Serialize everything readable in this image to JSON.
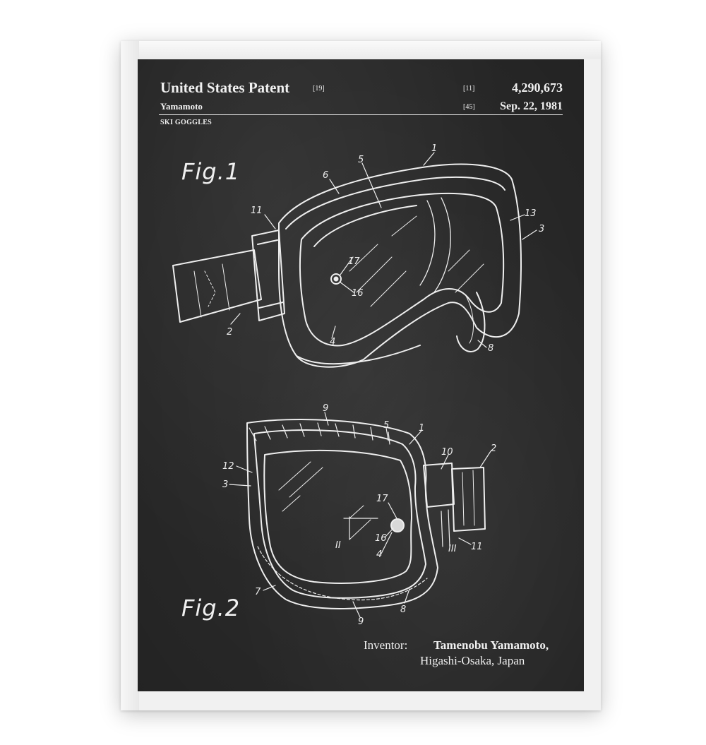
{
  "patent": {
    "header": "United States Patent",
    "header_code": "[19]",
    "number_code": "[11]",
    "number": "4,290,673",
    "inventor_short": "Yamamoto",
    "date_code": "[45]",
    "date": "Sep. 22, 1981",
    "subject": "SKI GOGGLES"
  },
  "figures": {
    "fig1_label": "Fig.1",
    "fig2_label": "Fig.2"
  },
  "fig1_refs": [
    "1",
    "5",
    "6",
    "11",
    "13",
    "3",
    "17",
    "16",
    "2",
    "4",
    "8"
  ],
  "fig2_refs": [
    "9",
    "5",
    "1",
    "10",
    "2",
    "12",
    "3",
    "17",
    "16",
    "4",
    "11",
    "7",
    "9",
    "8"
  ],
  "inventor": {
    "label": "Inventor:",
    "name": "Tamenobu Yamamoto,",
    "location": "Higashi-Osaka, Japan"
  },
  "colors": {
    "board": "#2f2f2f",
    "ink": "#f0f0f0",
    "frame": "#f1f1f1"
  }
}
